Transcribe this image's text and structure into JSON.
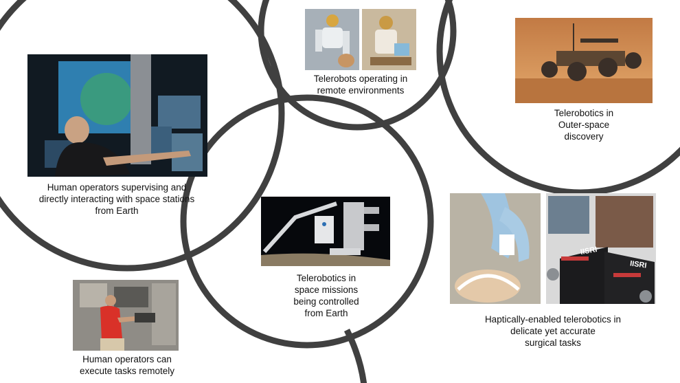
{
  "colors": {
    "ring": "#404040",
    "background": "#ffffff",
    "text": "#111111"
  },
  "items": [
    {
      "id": "space-station",
      "caption": "Human operators supervising and\ndirectly interacting with space stations\nfrom Earth",
      "image": "photo of an operator at a multi-screen space station control console"
    },
    {
      "id": "telerobots-remote",
      "caption": "Telerobots operating in\nremote environments",
      "image": "two photos of a humanoid robot handling objects"
    },
    {
      "id": "outer-space",
      "caption": "Telerobotics in\nOuter-space\ndiscovery",
      "image": "photo of a planetary rover on a dusty orange surface"
    },
    {
      "id": "space-missions",
      "caption": "Telerobotics in\nspace missions\nbeing controlled\nfrom Earth",
      "image": "illustration of a robotic arm and robot attached to a space station"
    },
    {
      "id": "surgical",
      "caption": "Haptically-enabled telerobotics in\ndelicate yet accurate\nsurgical tasks",
      "image": "two photos of surgical telerobotic arms and IISRI haptic devices",
      "logo_text": "IISRI"
    },
    {
      "id": "execute-remotely",
      "caption": "Human operators can\nexecute tasks remotely",
      "image": "photo of an astronaut in a red shirt operating equipment inside a station"
    }
  ]
}
